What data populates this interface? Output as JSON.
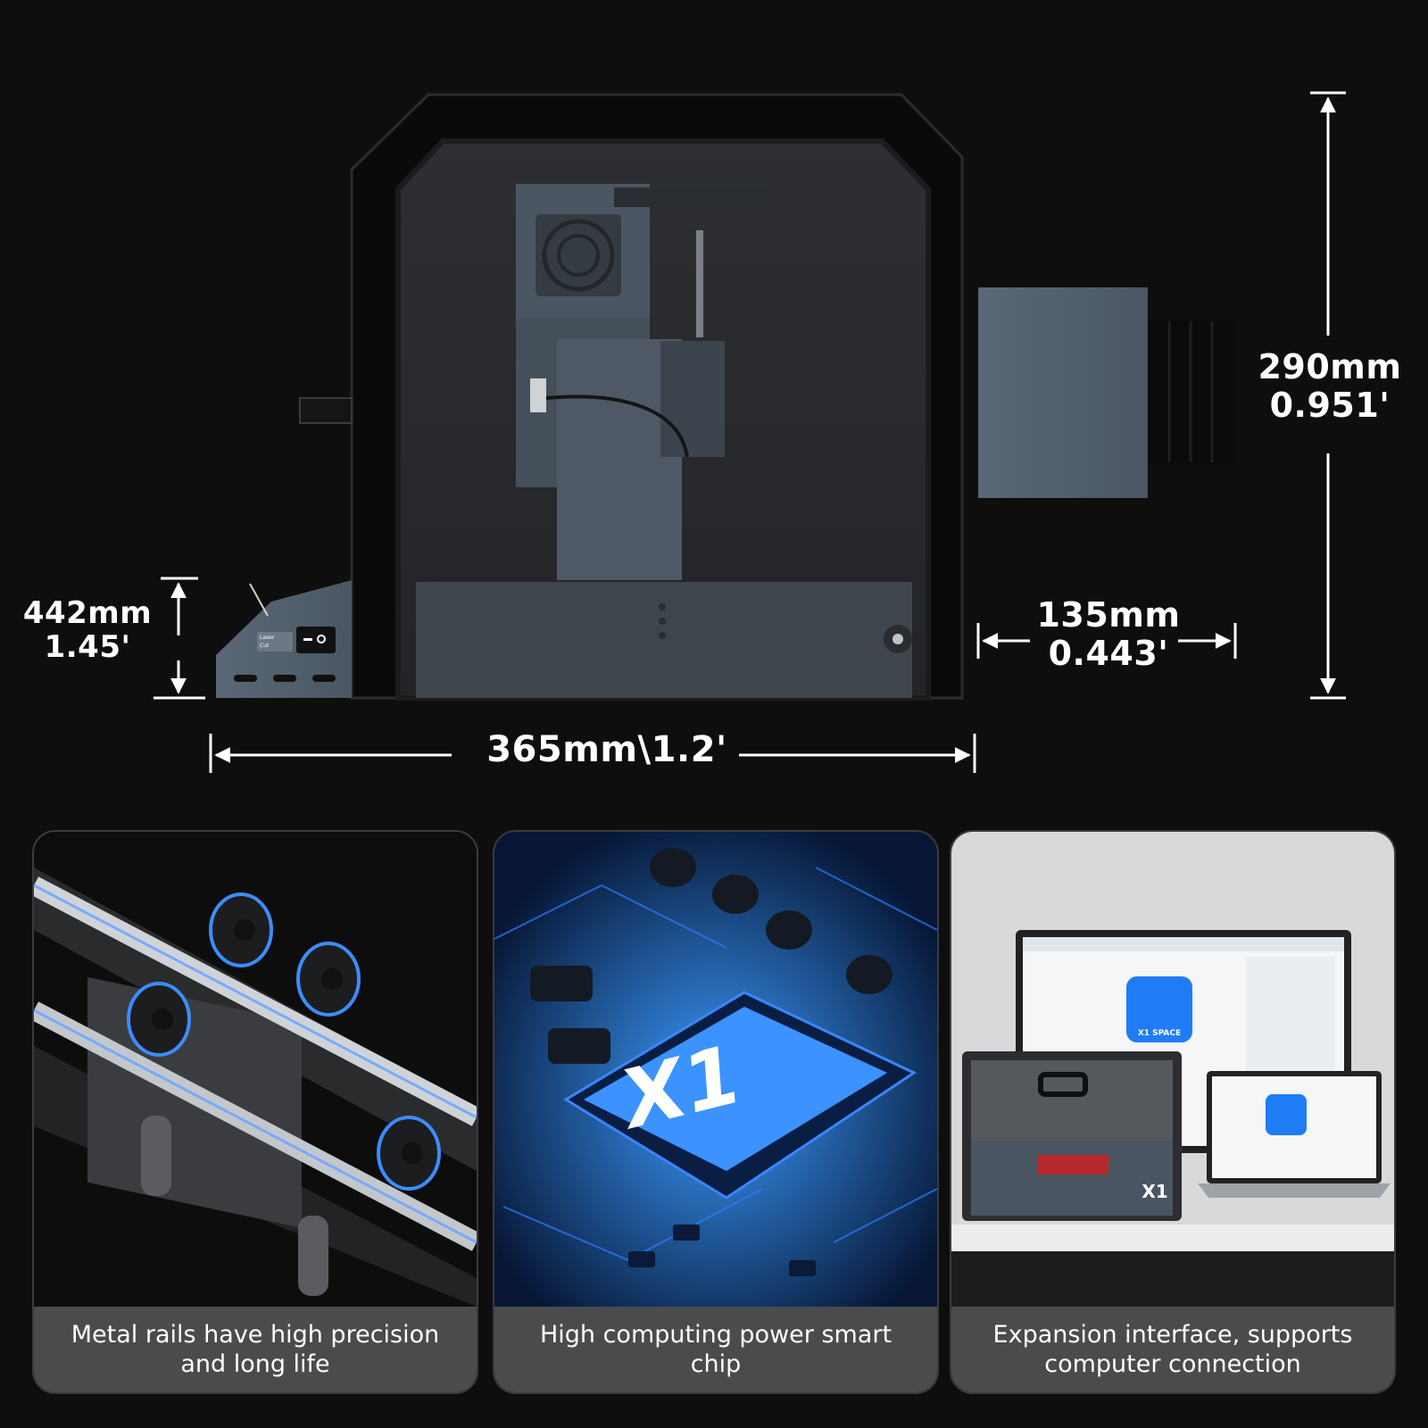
{
  "dimensions": {
    "height": {
      "metric": "290mm",
      "imperial": "0.951'"
    },
    "depth": {
      "metric": "135mm",
      "imperial": "0.443'"
    },
    "panel": {
      "metric": "442mm",
      "imperial": "1.45'"
    },
    "width": {
      "text": "365mm\\1.2'"
    }
  },
  "panel_labels": {
    "laser": "Laser",
    "cut": "Cut"
  },
  "chip_text": "X1",
  "software": {
    "app_name": "X1 SPACE",
    "machine_badge": "X1"
  },
  "features": [
    {
      "caption": "Metal rails have high precision and long life"
    },
    {
      "caption": "High computing power smart chip"
    },
    {
      "caption": "Expansion interface, supports computer connection"
    }
  ],
  "colors": {
    "background": "#0e0e0f",
    "caption_bar": "#4a4b4d",
    "chip_glow": "#2f8cff",
    "machine_body": "#4b5560"
  }
}
